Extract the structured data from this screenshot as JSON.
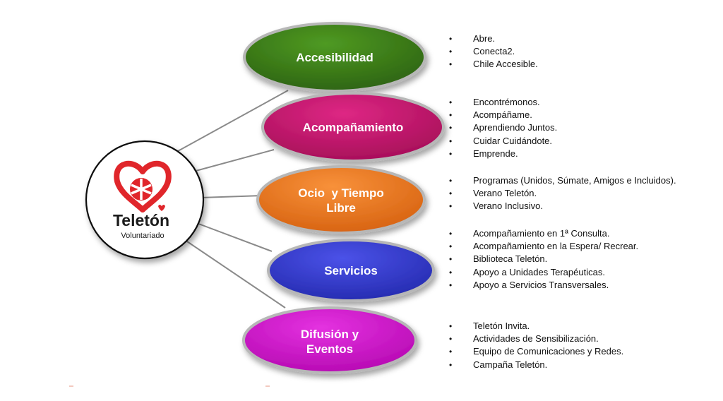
{
  "center": {
    "brand_name": "Teletón",
    "brand_sub": "Voluntariado"
  },
  "colors": {
    "accesibilidad": "#3f7f1a",
    "acompanamiento": "#c9176f",
    "ocio": "#f07a1e",
    "servicios": "#3a3fd0",
    "difusion": "#d414d0",
    "brand_red": "#e0262b",
    "connector": "#8a8a8a"
  },
  "branches": [
    {
      "label_lines": [
        "Accesibilidad"
      ],
      "items": [
        "Abre.",
        "Conecta2.",
        "Chile Accesible."
      ]
    },
    {
      "label_lines": [
        "Acompañamiento"
      ],
      "items": [
        "Encontrémonos.",
        "Acompáñame.",
        "Aprendiendo Juntos.",
        "Cuidar Cuidándote.",
        "Emprende."
      ]
    },
    {
      "label_lines": [
        "Ocio  y Tiempo",
        "Libre"
      ],
      "items": [
        "Programas (Unidos, Súmate, Amigos e Incluidos).",
        "Verano Teletón.",
        "Verano Inclusivo."
      ]
    },
    {
      "label_lines": [
        "Servicios"
      ],
      "items": [
        "Acompañamiento en 1ª Consulta.",
        "Acompañamiento en la Espera/ Recrear.",
        "Biblioteca Teletón.",
        "Apoyo a Unidades Terapéuticas.",
        "Apoyo a Servicios Transversales."
      ]
    },
    {
      "label_lines": [
        "Difusión y",
        "Eventos"
      ],
      "items": [
        "Teletón Invita.",
        "Actividades de Sensibilización.",
        "Equipo de Comunicaciones y Redes.",
        "Campaña Teletón."
      ]
    }
  ]
}
